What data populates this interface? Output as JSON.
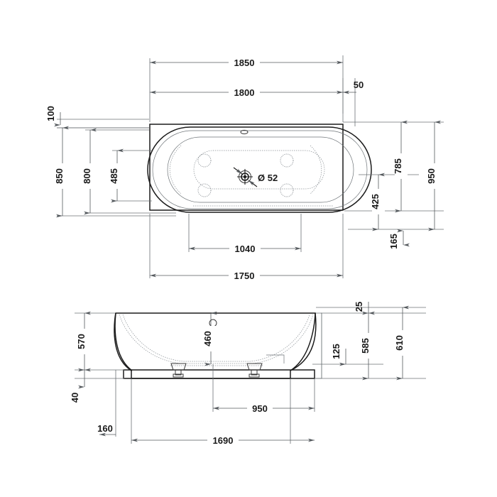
{
  "drawing": {
    "title": "Bathtub technical drawing",
    "subject": "corner bathtub with whirlpool jets",
    "units": "mm",
    "line_color": "#1b1b1b",
    "dimension_color": "#555a5e",
    "background": "#ffffff"
  },
  "views": {
    "top": {
      "name": "Top view",
      "dimensions": {
        "overall_width_outer": "1850",
        "overall_width_inner": "1800",
        "right_offset": "50",
        "top_offset": "100",
        "left_height_outer": "850",
        "left_height_mid": "800",
        "left_height_inner": "485",
        "right_height_outer": "950",
        "right_height_mid": "785",
        "right_height_inner": "425",
        "right_height_bottom": "165",
        "bottom_inner": "1040",
        "bottom_outer": "1750"
      },
      "drain": {
        "label": "Ø 52",
        "symbol_name": "drain-crosshair"
      },
      "jets": {
        "count": 4,
        "name": "whirlpool-jet"
      },
      "overflow": {
        "name": "overflow-outlet"
      }
    },
    "section": {
      "name": "Front section view",
      "dimensions": {
        "left_height": "570",
        "plinth_height": "40",
        "inner_depth": "460",
        "rim_thickness": "25",
        "body_height": "585",
        "overall_height": "610",
        "foot_height": "125",
        "left_offset": "160",
        "inner_width": "950",
        "overall_width": "1690"
      },
      "feet": {
        "count": 2,
        "name": "support-foot"
      },
      "overflow": {
        "name": "overflow-outlet"
      }
    }
  }
}
